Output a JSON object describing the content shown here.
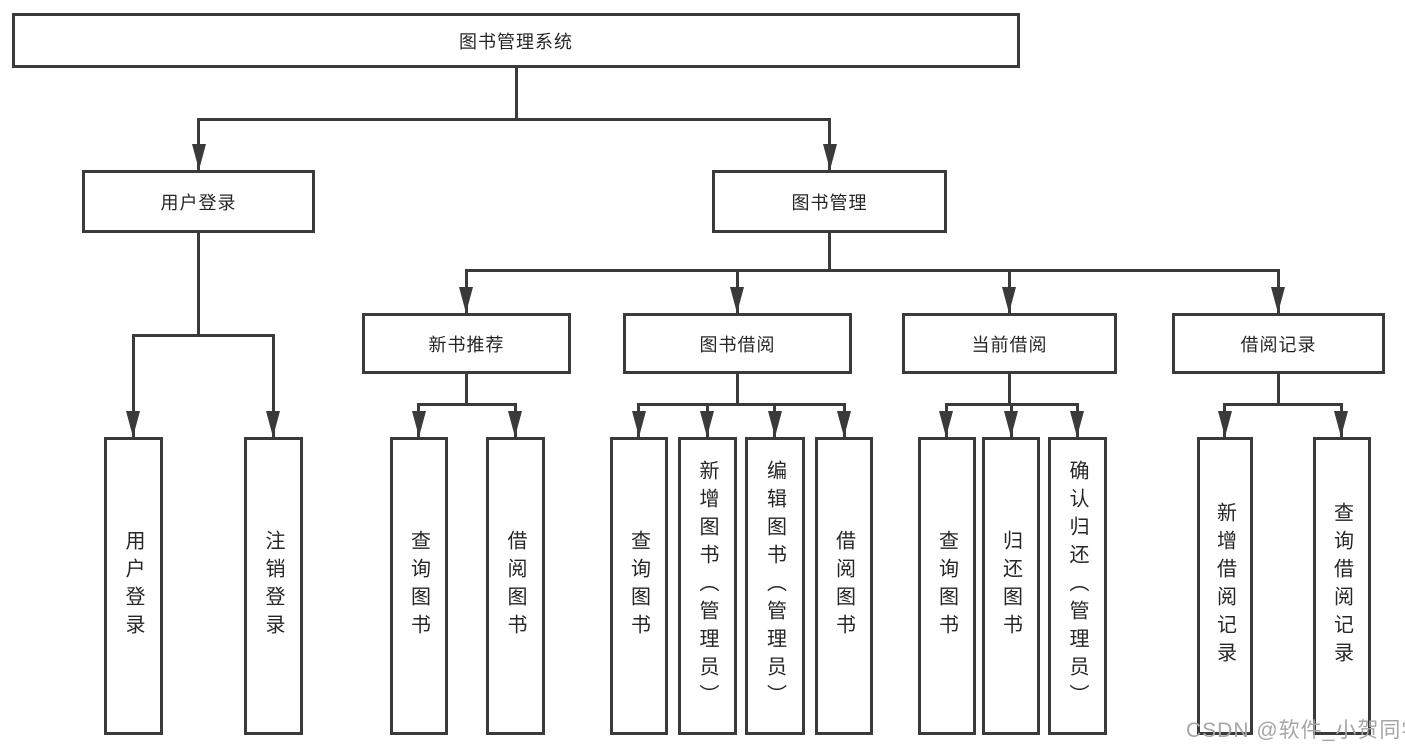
{
  "diagram": {
    "root": {
      "label": "图书管理系统"
    },
    "level2": [
      {
        "label": "用户登录"
      },
      {
        "label": "图书管理"
      }
    ],
    "level3": [
      {
        "label": "新书推荐"
      },
      {
        "label": "图书借阅"
      },
      {
        "label": "当前借阅"
      },
      {
        "label": "借阅记录"
      }
    ],
    "leaves": {
      "user_login": [
        "用户登录",
        "注销登录"
      ],
      "new_books": [
        "查询图书",
        "借阅图书"
      ],
      "book_borrow": [
        "查询图书",
        "新增图书（管理员）",
        "编辑图书（管理员）",
        "借阅图书"
      ],
      "current_borrow": [
        "查询图书",
        "归还图书",
        "确认归还（管理员）"
      ],
      "borrow_records": [
        "新增借阅记录",
        "查询借阅记录"
      ]
    }
  },
  "watermark": "CSDN @软件_小贺同学",
  "colors": {
    "line": "#3a3a3a",
    "text": "#262626",
    "watermark": "#a6a6a6",
    "background": "#ffffff"
  }
}
